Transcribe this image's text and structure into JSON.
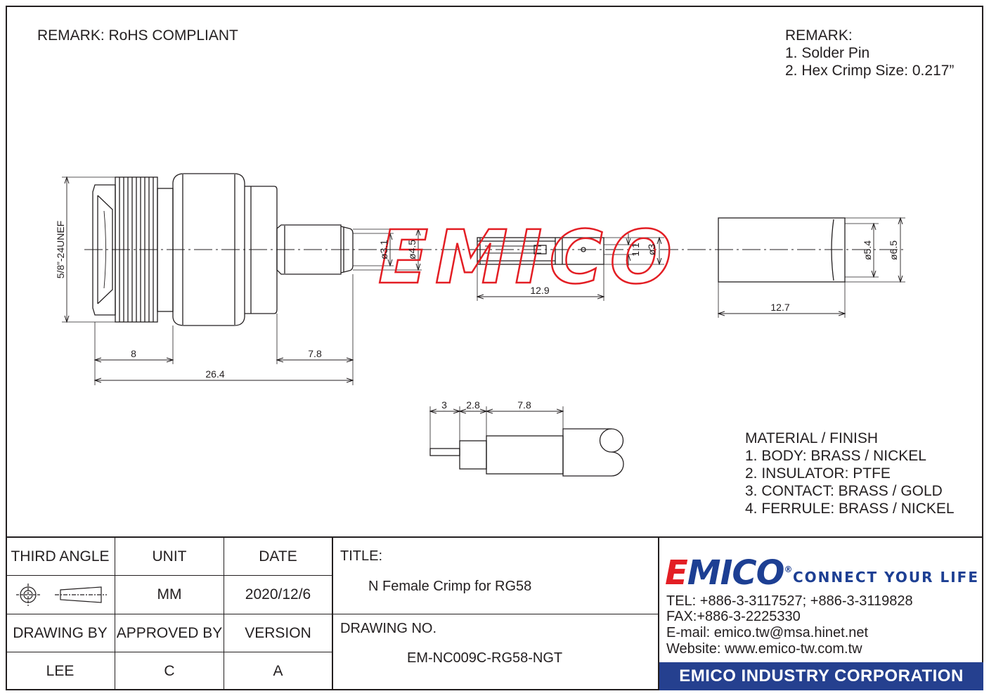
{
  "remark_left": "REMARK: RoHS COMPLIANT",
  "remark_right": {
    "heading": "REMARK:",
    "items": [
      "1. Solder Pin",
      "2. Hex Crimp Size: 0.217”"
    ]
  },
  "material": {
    "heading": "MATERIAL / FINISH",
    "items": [
      "1. BODY: BRASS / NICKEL",
      "2. INSULATOR: PTFE",
      "3. CONTACT: BRASS / GOLD",
      "4. FERRULE: BRASS / NICKEL"
    ]
  },
  "dimensions": {
    "thread": "5/8”-24UNEF",
    "body_front": "8",
    "rear_length": "7.8",
    "overall": "26.4",
    "d31": "ø3.1",
    "d45": "ø4.5",
    "pin_length": "12.9",
    "pin_11": "1.1",
    "pin_d3": "ø3",
    "ferrule_d54": "ø5.4",
    "ferrule_d65": "ø6.5",
    "ferrule_length": "12.7",
    "strip_3": "3",
    "strip_28": "2.8",
    "strip_78": "7.8"
  },
  "watermark": "EMICO",
  "title_block": {
    "third_angle": "THIRD ANGLE",
    "unit_label": "UNIT",
    "unit_value": "MM",
    "date_label": "DATE",
    "date_value": "2020/12/6",
    "drawing_by_label": "DRAWING BY",
    "drawing_by_value": "LEE",
    "approved_by_label": "APPROVED BY",
    "approved_by_value": "C",
    "version_label": "VERSION",
    "version_value": "A",
    "title_label": "TITLE:",
    "title_value": "N Female Crimp for RG58",
    "drawing_no_label": "DRAWING NO.",
    "drawing_no_value": "EM-NC009C-RG58-NGT"
  },
  "company": {
    "logo_e": "E",
    "logo_rest": "MICO",
    "registered": "®",
    "slogan": "CONNECT YOUR LIFE",
    "tel": "TEL: +886-3-3117527; +886-3-3119828",
    "fax": "FAX:+886-3-2225330",
    "email": "E-mail: emico.tw@msa.hinet.net",
    "website": "Website: www.emico-tw.com.tw",
    "name": "EMICO INDUSTRY CORPORATION"
  },
  "colors": {
    "line": "#231f20",
    "watermark": "#e31e24",
    "brand_blue": "#25408f"
  }
}
